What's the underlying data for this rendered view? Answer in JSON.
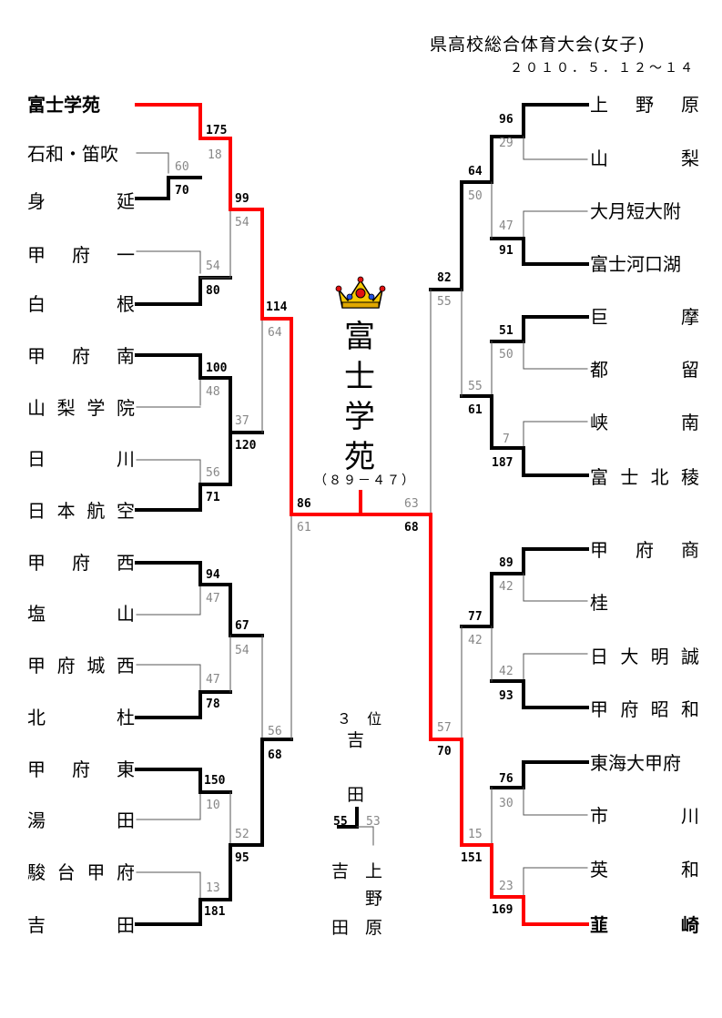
{
  "header": {
    "title": "県高校総合体育大会(女子)",
    "date": "２０１０．５．１２～１４"
  },
  "left_teams": [
    "富士学苑",
    "石和・笛吹",
    "身延",
    "甲府一",
    "白根",
    "甲府南",
    "山梨学院",
    "日川",
    "日本航空",
    "甲府西",
    "塩山",
    "甲府城西",
    "北杜",
    "甲府東",
    "湯田",
    "駿台甲府",
    "吉田"
  ],
  "right_teams": [
    "上野原",
    "山梨",
    "大月短大附",
    "富士河口湖",
    "巨摩",
    "都留",
    "峡南",
    "富士北稜",
    "甲府商",
    "桂",
    "日大明誠",
    "甲府昭和",
    "東海大甲府",
    "市川",
    "英和",
    "韮崎"
  ],
  "scores": {
    "l_175": "175",
    "l_18": "18",
    "l_60": "60",
    "l_70": "70",
    "l_99": "99",
    "l_54a": "54",
    "l_54b": "54",
    "l_80": "80",
    "l_114": "114",
    "l_64": "64",
    "l_100": "100",
    "l_48": "48",
    "l_37": "37",
    "l_120": "120",
    "l_56a": "56",
    "l_71": "71",
    "l_86": "86",
    "l_61": "61",
    "l_94": "94",
    "l_47a": "47",
    "l_67": "67",
    "l_54c": "54",
    "l_47b": "47",
    "l_78": "78",
    "l_56b": "56",
    "l_68": "68",
    "l_150": "150",
    "l_10": "10",
    "l_52": "52",
    "l_95": "95",
    "l_13": "13",
    "l_181": "181",
    "r_96": "96",
    "r_29": "29",
    "r_64": "64",
    "r_50a": "50",
    "r_47": "47",
    "r_91": "91",
    "r_82": "82",
    "r_55a": "55",
    "r_51": "51",
    "r_50b": "50",
    "r_55b": "55",
    "r_61": "61",
    "r_7": "7",
    "r_187": "187",
    "r_63": "63",
    "r_68": "68",
    "r_89": "89",
    "r_42a": "42",
    "r_77": "77",
    "r_42b": "42",
    "r_42c": "42",
    "r_93": "93",
    "r_57": "57",
    "r_70": "70",
    "r_76": "76",
    "r_30": "30",
    "r_15": "15",
    "r_151": "151",
    "r_23": "23",
    "r_169": "169"
  },
  "champion": {
    "name_chars": [
      "富",
      "士",
      "学",
      "苑"
    ],
    "score": "（８９－４７）"
  },
  "third_place": {
    "label": "３ 位",
    "team_a_chars": [
      "吉",
      "田"
    ],
    "team_b_chars": [
      "上",
      "野",
      "原"
    ],
    "score_a": "55",
    "score_b": "53",
    "top_char": "吉",
    "mid_char": "田"
  },
  "colors": {
    "win_line": "#000000",
    "lose_line": "#555555",
    "champion_path": "#ff0000",
    "lose_score": "#888888"
  }
}
